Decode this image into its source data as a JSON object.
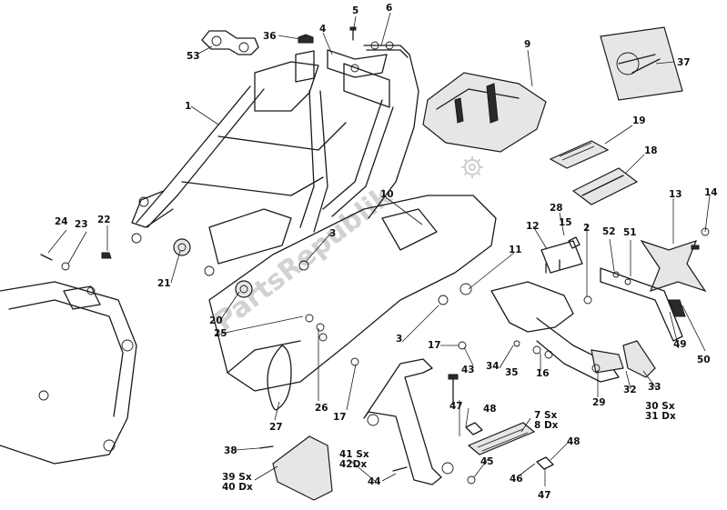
{
  "watermark": {
    "text": "PartsRepublik"
  },
  "callouts": [
    {
      "id": "c1",
      "text": "1"
    },
    {
      "id": "c2",
      "text": "2"
    },
    {
      "id": "c3a",
      "text": "3"
    },
    {
      "id": "c3b",
      "text": "3"
    },
    {
      "id": "c4",
      "text": "4"
    },
    {
      "id": "c5",
      "text": "5"
    },
    {
      "id": "c6",
      "text": "6"
    },
    {
      "id": "c9",
      "text": "9"
    },
    {
      "id": "c10",
      "text": "10"
    },
    {
      "id": "c11",
      "text": "11"
    },
    {
      "id": "c12",
      "text": "12"
    },
    {
      "id": "c13",
      "text": "13"
    },
    {
      "id": "c14",
      "text": "14"
    },
    {
      "id": "c15",
      "text": "15"
    },
    {
      "id": "c16",
      "text": "16"
    },
    {
      "id": "c17a",
      "text": "17"
    },
    {
      "id": "c17b",
      "text": "17"
    },
    {
      "id": "c18",
      "text": "18"
    },
    {
      "id": "c19",
      "text": "19"
    },
    {
      "id": "c20",
      "text": "20"
    },
    {
      "id": "c21",
      "text": "21"
    },
    {
      "id": "c22",
      "text": "22"
    },
    {
      "id": "c23",
      "text": "23"
    },
    {
      "id": "c24",
      "text": "24"
    },
    {
      "id": "c25",
      "text": "25"
    },
    {
      "id": "c26",
      "text": "26"
    },
    {
      "id": "c27",
      "text": "27"
    },
    {
      "id": "c28",
      "text": "28"
    },
    {
      "id": "c29",
      "text": "29"
    },
    {
      "id": "c30",
      "text": "30 Sx"
    },
    {
      "id": "c31",
      "text": "31 Dx"
    },
    {
      "id": "c32",
      "text": "32"
    },
    {
      "id": "c33",
      "text": "33"
    },
    {
      "id": "c34",
      "text": "34"
    },
    {
      "id": "c35",
      "text": "35"
    },
    {
      "id": "c36",
      "text": "36"
    },
    {
      "id": "c37",
      "text": "37"
    },
    {
      "id": "c38",
      "text": "38"
    },
    {
      "id": "c39",
      "text": "39 Sx"
    },
    {
      "id": "c40",
      "text": "40 Dx"
    },
    {
      "id": "c41",
      "text": "41 Sx"
    },
    {
      "id": "c42",
      "text": "42Dx"
    },
    {
      "id": "c43",
      "text": "43"
    },
    {
      "id": "c44",
      "text": "44"
    },
    {
      "id": "c45",
      "text": "45"
    },
    {
      "id": "c46",
      "text": "46"
    },
    {
      "id": "c47a",
      "text": "47"
    },
    {
      "id": "c47b",
      "text": "47"
    },
    {
      "id": "c48a",
      "text": "48"
    },
    {
      "id": "c48b",
      "text": "48"
    },
    {
      "id": "c49",
      "text": "49"
    },
    {
      "id": "c50",
      "text": "50"
    },
    {
      "id": "c51",
      "text": "51"
    },
    {
      "id": "c52",
      "text": "52"
    },
    {
      "id": "c53",
      "text": "53"
    },
    {
      "id": "c7",
      "text": "7 Sx"
    },
    {
      "id": "c8",
      "text": "8 Dx"
    }
  ]
}
